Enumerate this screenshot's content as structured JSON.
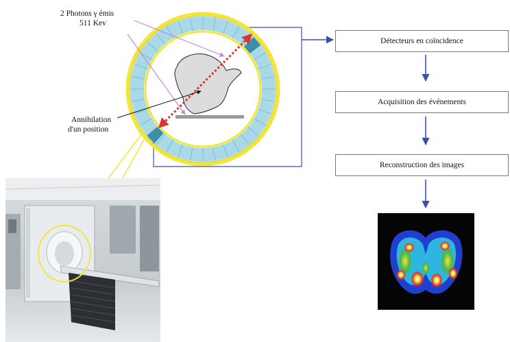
{
  "labels": {
    "photons_line1": "2 Photons γ émis",
    "photons_line2": "511 Kev",
    "annihilation_line1": "Annihilation",
    "annihilation_line2": "d'un position"
  },
  "flow_steps": [
    "Détecteurs en coïncidence",
    "Acquisition des événements",
    "Reconstruction des images"
  ],
  "colors": {
    "ring_outer": "#f2e63a",
    "ring_detector": "#a9d9e6",
    "detector_active": "#3d8fa6",
    "flow_arrow": "#3a4fa8",
    "photon_line": "#e0312a",
    "pointer_line": "#c58ad8"
  },
  "images": {
    "photo": "pet-scanner-room-photo",
    "scan": "pet-brain-reconstruction-image"
  }
}
